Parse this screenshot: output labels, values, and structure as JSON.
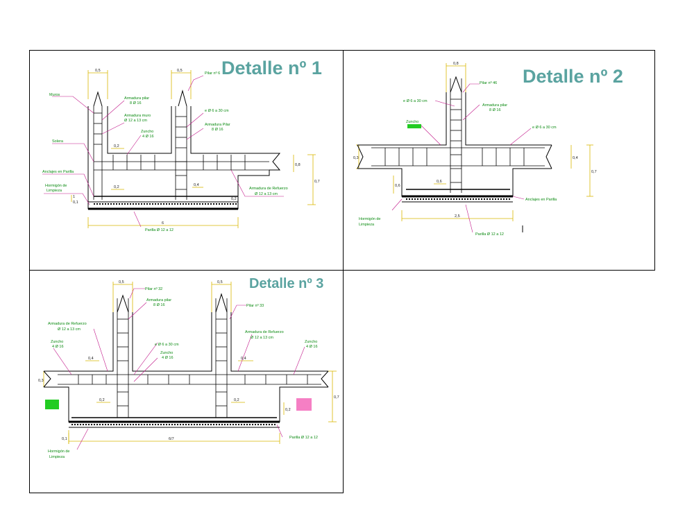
{
  "details": [
    {
      "title": "Detalle nº 1",
      "labels": [
        "Muros",
        "Pilar nº 6",
        "Armadura pilar",
        "8 Ø 16",
        "Armadura muro",
        "Ø 12 a 13 cm",
        "e Ø 6 a 30 cm",
        "Armadura Pilar",
        "8 Ø 16",
        "Zuncho",
        "4 Ø 16",
        "Solera",
        "Anclajes en Parilla",
        "Hormigón de",
        "Limpieza",
        "Armadura de Refuerzo",
        "Ø 12 a 13 cm",
        "Parilla Ø 12 a 12"
      ],
      "dims": [
        "0,5",
        "0,5",
        "0,2",
        "0,2",
        "0,8",
        "0,4",
        "0,7",
        "1",
        "0,1",
        "0,2",
        "6"
      ]
    },
    {
      "title": "Detalle nº 2",
      "labels": [
        "Pilar nº 46",
        "e Ø 6 a 30 cm",
        "Armadura pilar",
        "8 Ø 16",
        "Zuncho",
        "e Ø 6 a 30 cm",
        "Anclajes en Parilla",
        "Hormigón de",
        "Limpieza",
        "Parilla Ø 12 a 12"
      ],
      "dims": [
        "0,8",
        "0,3",
        "0,4",
        "0,7",
        "0,6",
        "0,6",
        "2,5"
      ]
    },
    {
      "title": "Detalle nº 3",
      "labels": [
        "Pilar nº 32",
        "Armadura pilar",
        "8 Ø 16",
        "Pilar nº 33",
        "Armadura de Refuerzo",
        "Ø 12 a 13 cm",
        "Armadura de Refuerzo",
        "Ø 12 a 13 cm",
        "Zuncho",
        "4 Ø 16",
        "e Ø 6 a 30 cm",
        "Zuncho",
        "4 Ø 16",
        "Zuncho",
        "4 Ø 16",
        "Parilla Ø 12 a 12",
        "Hormigón de",
        "Limpieza"
      ],
      "dims": [
        "0,5",
        "0,5",
        "0,4",
        "0,4",
        "0,2",
        "0,2",
        "0,3",
        "0,7",
        "0,2",
        "0,1",
        "6/7"
      ]
    }
  ]
}
